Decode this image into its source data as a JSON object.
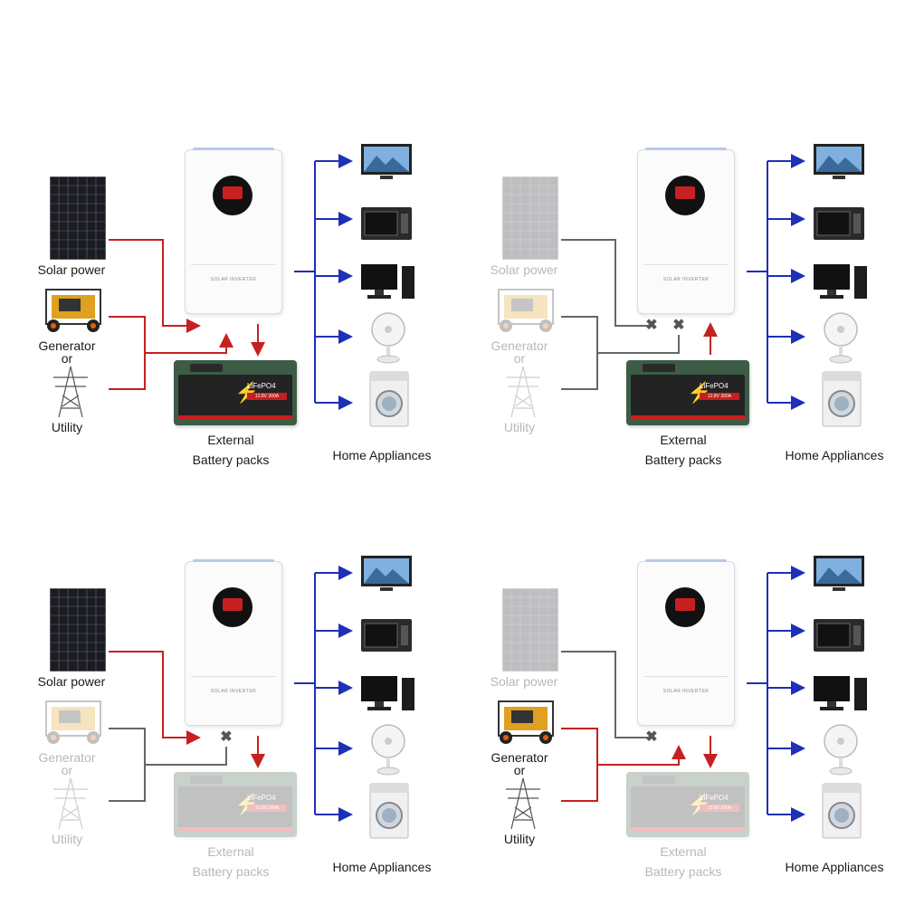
{
  "colors": {
    "red": "#c62020",
    "blue": "#1e2fb8",
    "gray": "#666666",
    "faded_text": "#b8b8b8"
  },
  "labels": {
    "solar": "Solar power",
    "generator": "Generator",
    "or": "or",
    "utility": "Utility",
    "external": "External",
    "battery": "Battery packs",
    "home": "Home Appliances",
    "inverter_brand": "SOLAR INVERTER",
    "battery_chem": "LiFePO4",
    "battery_voltage": "12.8V 300A"
  },
  "icons": [
    "solar-panel-icon",
    "generator-icon",
    "utility-tower-icon",
    "tv-icon",
    "microwave-icon",
    "computer-icon",
    "fan-icon",
    "washing-machine-icon",
    "inverter-icon",
    "battery-icon",
    "cross-icon"
  ],
  "panels": [
    {
      "id": "solar-generator-utility-mode",
      "solar_active": true,
      "generator_active": true,
      "utility_active": true,
      "battery_active": true
    },
    {
      "id": "battery-only-mode",
      "solar_active": false,
      "generator_active": false,
      "utility_active": false,
      "battery_active": true
    },
    {
      "id": "solar-only-mode",
      "solar_active": true,
      "generator_active": false,
      "utility_active": false,
      "battery_active": false
    },
    {
      "id": "generator-utility-mode",
      "solar_active": false,
      "generator_active": true,
      "utility_active": true,
      "battery_active": false
    }
  ]
}
